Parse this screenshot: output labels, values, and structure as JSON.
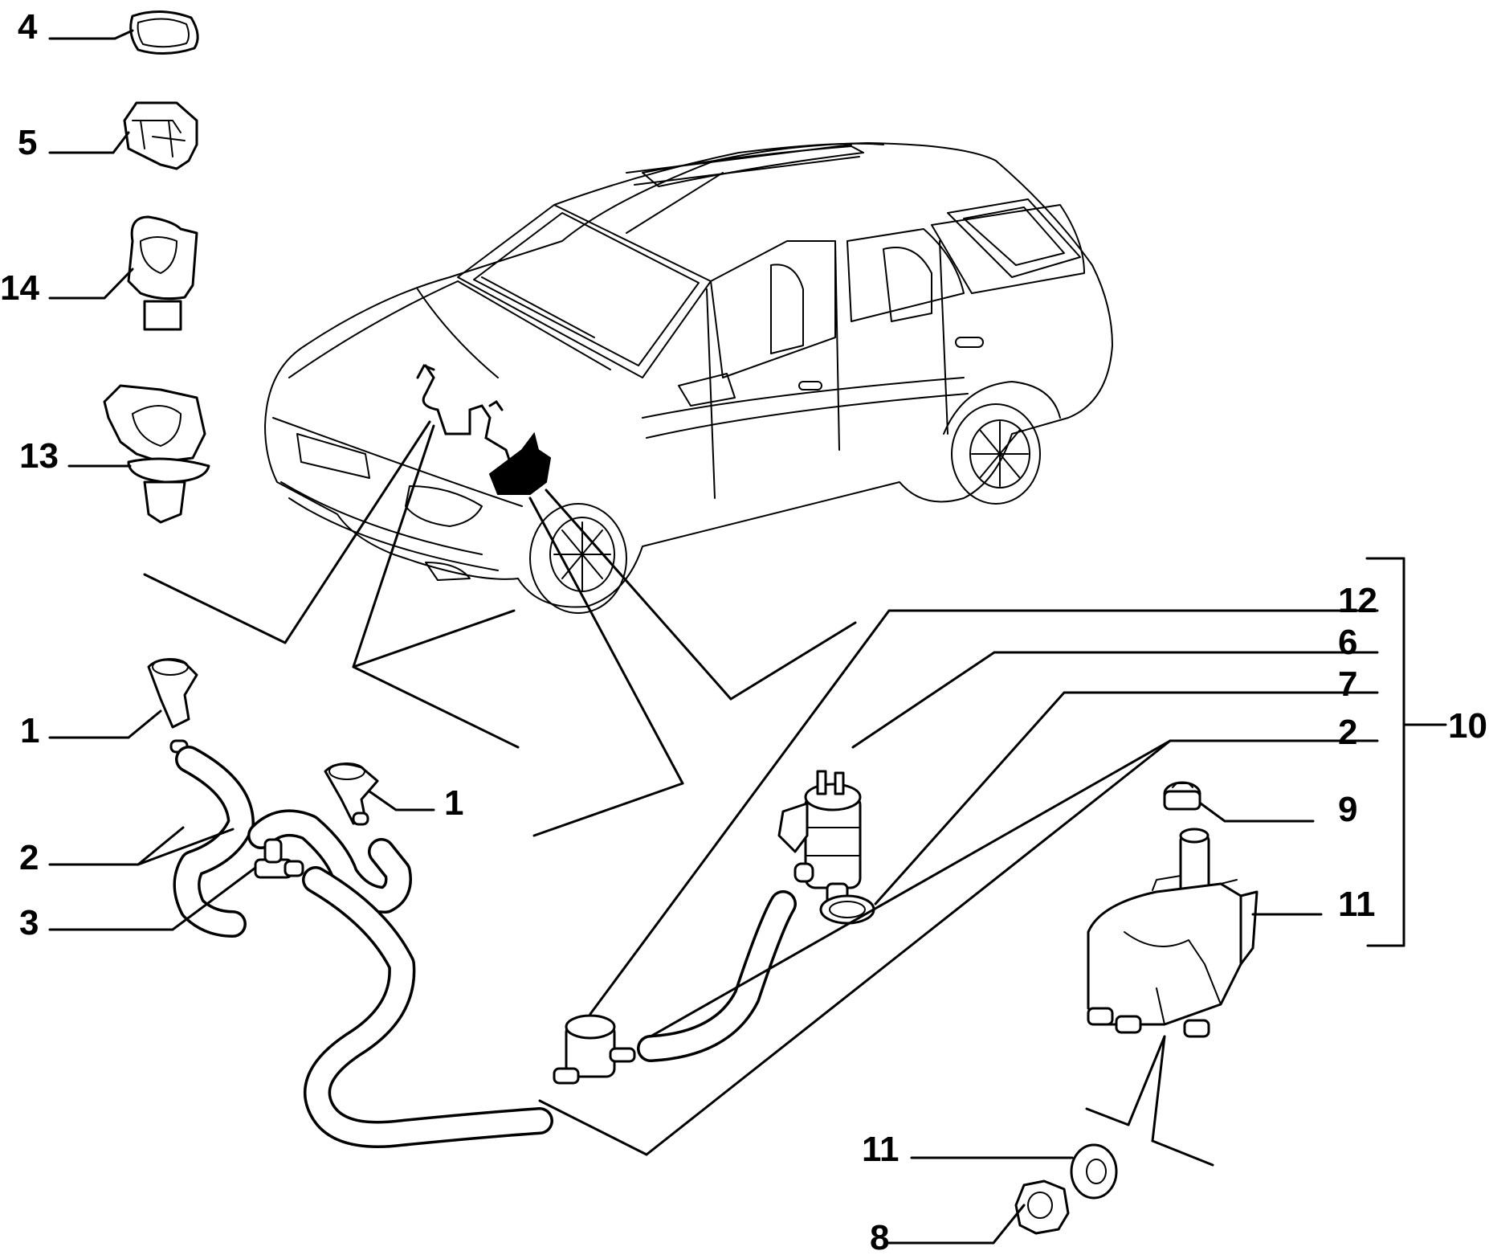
{
  "labels": {
    "l4": "4",
    "l5": "5",
    "l14": "14",
    "l13": "13",
    "l1a": "1",
    "l1b": "1",
    "l2a": "2",
    "l3": "3",
    "l12": "12",
    "l6": "6",
    "l7": "7",
    "l2b": "2",
    "l10": "10",
    "l9": "9",
    "l11a": "11",
    "l11b": "11",
    "l8": "8"
  }
}
